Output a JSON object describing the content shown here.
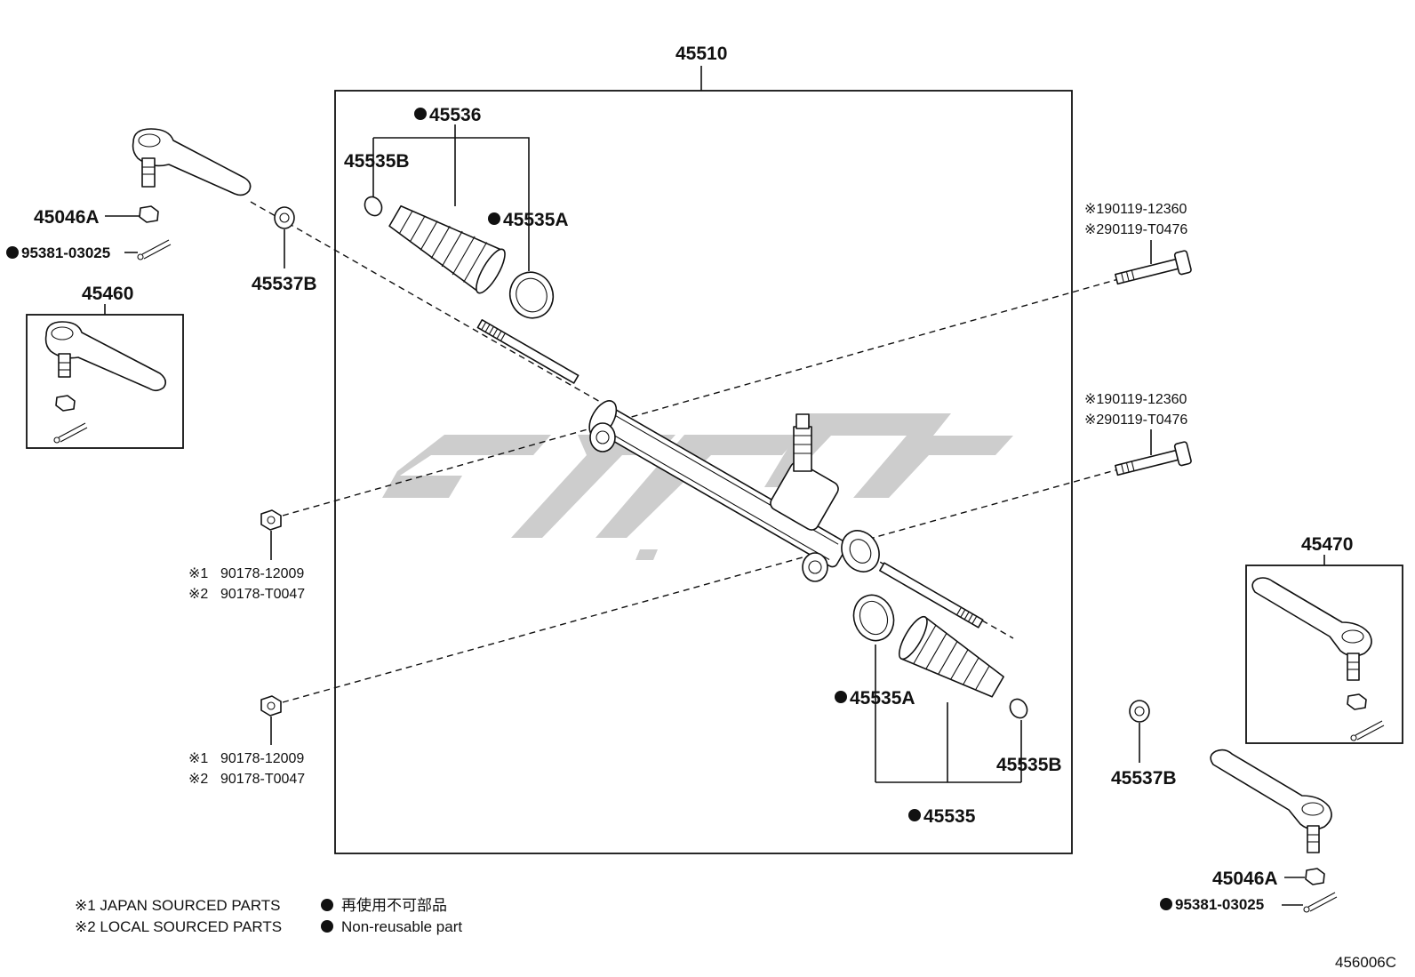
{
  "labels": {
    "assembly": "45510",
    "boot_kit_upper": "45536",
    "clamp_small_upper": "45535B",
    "clamp_big_upper": "45535A",
    "tie_rod_end_left": "45460",
    "nut_left": "45046A",
    "cotter_left": "95381-03025",
    "bushing_left": "45537B",
    "bolt_upper_1": "※190119-12360",
    "bolt_upper_2": "※290119-T0476",
    "bolt_lower_1": "※190119-12360",
    "bolt_lower_2": "※290119-T0476",
    "nut_mount_upper_1": "90178-12009",
    "nut_mount_upper_2": "90178-T0047",
    "nut_mount_lower_1": "90178-12009",
    "nut_mount_lower_2": "90178-T0047",
    "nut_mount_prefix_1": "※1",
    "nut_mount_prefix_2": "※2",
    "tie_rod_end_right": "45470",
    "clamp_big_lower": "45535A",
    "clamp_small_lower": "45535B",
    "boot_kit_lower": "45535",
    "bushing_right": "45537B",
    "nut_right": "45046A",
    "cotter_right": "95381-03025"
  },
  "legend": {
    "note_1": "※1 JAPAN SOURCED PARTS",
    "note_2": "※2 LOCAL SOURCED PARTS",
    "non_reusable_jp": "再使用不可部品",
    "non_reusable_en": "Non-reusable part"
  },
  "figure_code": "456006C",
  "colors": {
    "ink": "#111111",
    "watermark": "#c8c8c8"
  }
}
